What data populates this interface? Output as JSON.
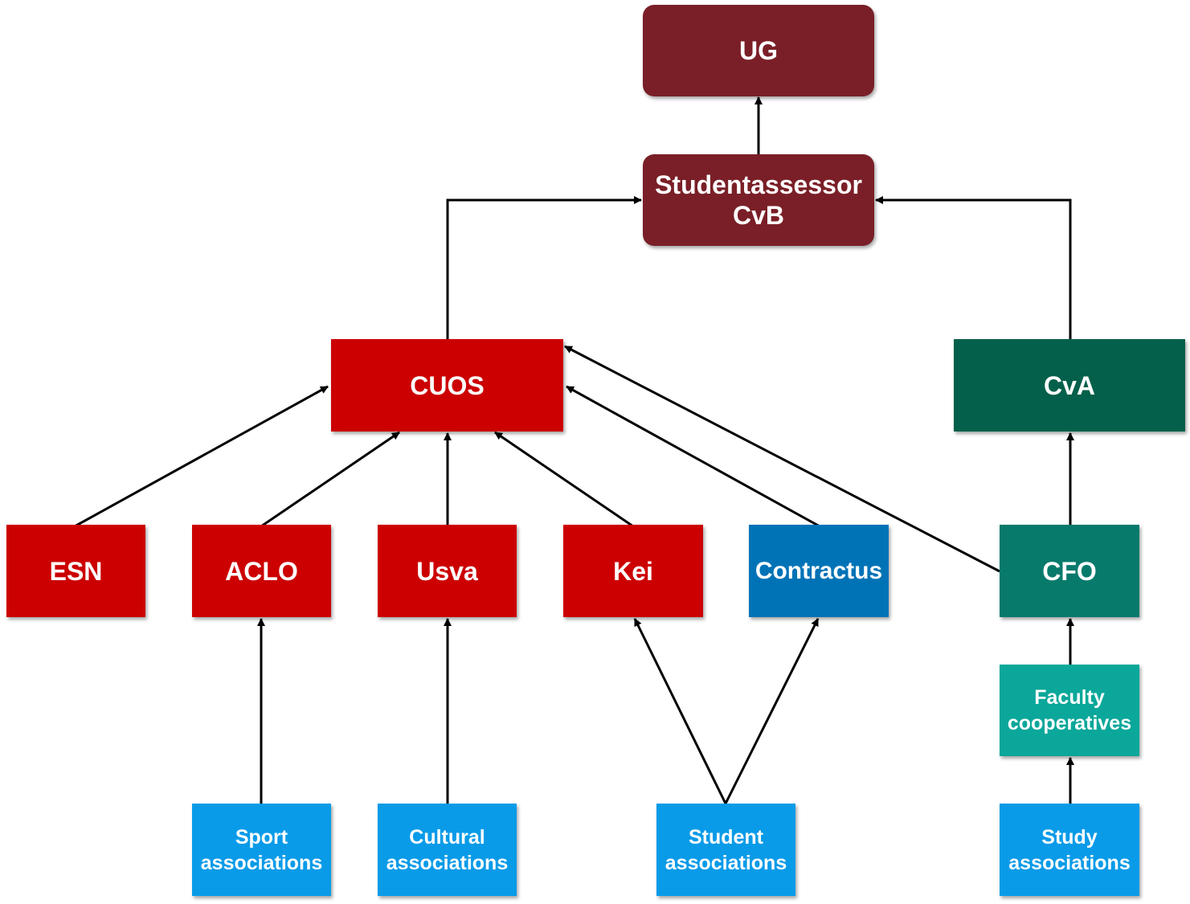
{
  "colors": {
    "maroon": "#7a1f27",
    "red": "#cc0000",
    "dark_green": "#04604a",
    "teal_green": "#077a6c",
    "teal_light": "#0aa79a",
    "blue_dark": "#0073b7",
    "blue_light": "#099be8",
    "arrow": "#000000"
  },
  "nodes": {
    "ug": {
      "label": "UG",
      "color": "maroon"
    },
    "studentassessor": {
      "label": "Studentassessor\nCvB",
      "color": "maroon"
    },
    "cuos": {
      "label": "CUOS",
      "color": "red"
    },
    "cva": {
      "label": "CvA",
      "color": "dark_green"
    },
    "esn": {
      "label": "ESN",
      "color": "red"
    },
    "aclo": {
      "label": "ACLO",
      "color": "red"
    },
    "usva": {
      "label": "Usva",
      "color": "red"
    },
    "kei": {
      "label": "Kei",
      "color": "red"
    },
    "contractus": {
      "label": "Contractus",
      "color": "blue_dark"
    },
    "cfo": {
      "label": "CFO",
      "color": "teal_green"
    },
    "faculty": {
      "label": "Faculty\ncooperatives",
      "color": "teal_light"
    },
    "sport": {
      "label": "Sport\nassociations",
      "color": "blue_light"
    },
    "cultural": {
      "label": "Cultural\nassociations",
      "color": "blue_light"
    },
    "student": {
      "label": "Student\nassociations",
      "color": "blue_light"
    },
    "study": {
      "label": "Study\nassociations",
      "color": "blue_light"
    }
  },
  "edges": [
    {
      "from": "studentassessor",
      "to": "ug"
    },
    {
      "from": "cuos",
      "to": "studentassessor"
    },
    {
      "from": "cva",
      "to": "studentassessor"
    },
    {
      "from": "esn",
      "to": "cuos"
    },
    {
      "from": "aclo",
      "to": "cuos"
    },
    {
      "from": "usva",
      "to": "cuos"
    },
    {
      "from": "kei",
      "to": "cuos"
    },
    {
      "from": "contractus",
      "to": "cuos"
    },
    {
      "from": "cfo",
      "to": "cuos"
    },
    {
      "from": "cfo",
      "to": "cva"
    },
    {
      "from": "faculty",
      "to": "cfo"
    },
    {
      "from": "study",
      "to": "faculty"
    },
    {
      "from": "sport",
      "to": "aclo"
    },
    {
      "from": "cultural",
      "to": "usva"
    },
    {
      "from": "student",
      "to": "kei"
    },
    {
      "from": "student",
      "to": "contractus"
    }
  ]
}
